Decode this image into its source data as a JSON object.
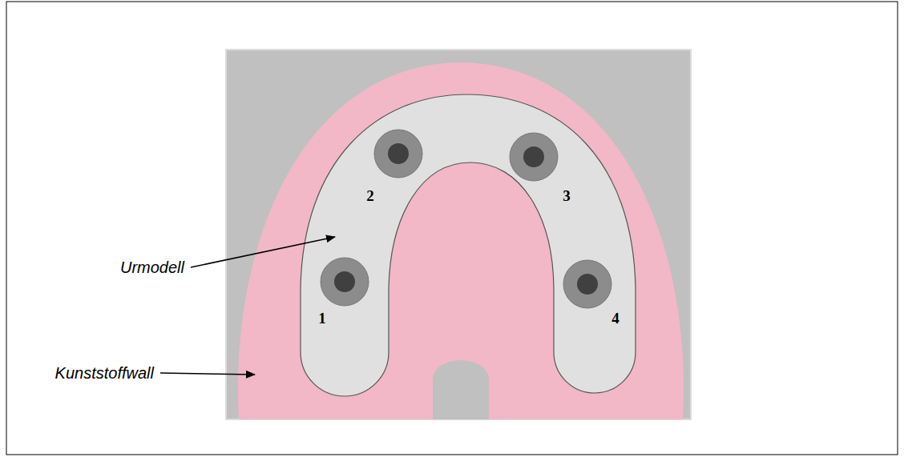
{
  "diagram": {
    "labels": [
      "2",
      "3",
      "Urmodell",
      "1",
      "4",
      "Kunststoffwall"
    ]
  }
}
